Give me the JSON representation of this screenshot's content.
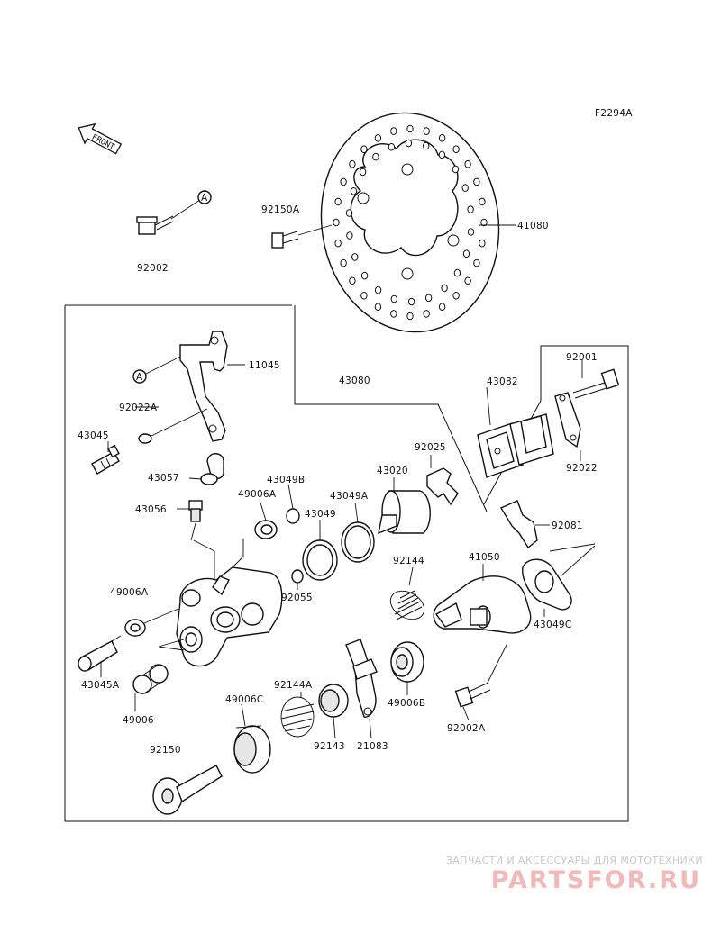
{
  "diagram_code": "F2294A",
  "front_label": "FRONT",
  "callout_a": "A",
  "labels": {
    "p92002": "92002",
    "p92150A": "92150A",
    "p41080": "41080",
    "p11045": "11045",
    "p43080": "43080",
    "p92001": "92001",
    "p43082": "43082",
    "p92022A": "92022A",
    "p43045": "43045",
    "p92025": "92025",
    "p92022": "92022",
    "p43057": "43057",
    "p43049B": "43049B",
    "p43020": "43020",
    "p49006A_top": "49006A",
    "p43049A": "43049A",
    "p43056": "43056",
    "p43049": "43049",
    "p92081": "92081",
    "p92144": "92144",
    "p41050": "41050",
    "p49006A_left": "49006A",
    "p92055": "92055",
    "p43049C": "43049C",
    "p43045A": "43045A",
    "p49006B": "49006B",
    "p49006": "49006",
    "p92144A": "92144A",
    "p92002A": "92002A",
    "p49006C": "49006C",
    "p92143": "92143",
    "p21083": "21083",
    "p92150": "92150"
  },
  "watermark": {
    "tagline": "ЗАПЧАСТИ И АКСЕССУАРЫ ДЛЯ МОТОТЕХНИКИ",
    "logo": "PARTSFOR.RU"
  }
}
